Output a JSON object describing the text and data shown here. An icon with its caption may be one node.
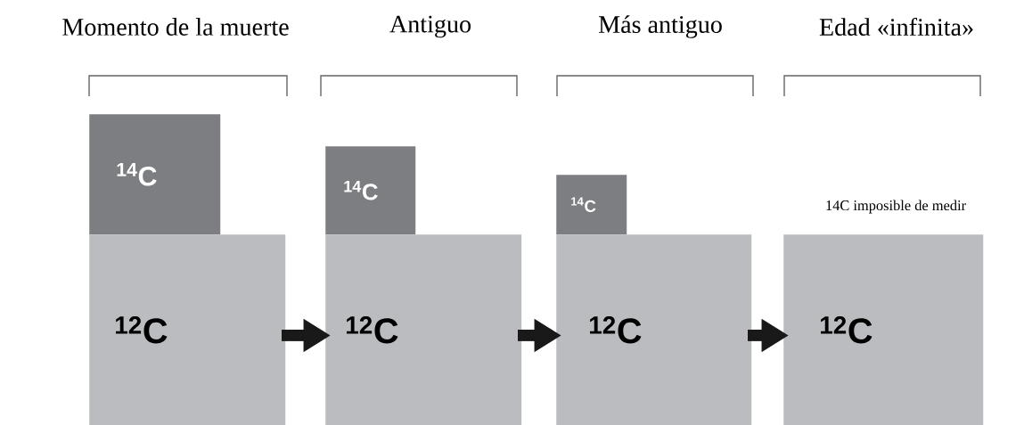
{
  "diagram": {
    "nodes": [
      {
        "text": [
          "$^{14}$C"
        ]
      },
      {
        "text": [
          "$^{12}$C"
        ]
      },
      {
        "text": [
          "$^{14}$C"
        ]
      },
      {
        "text": [
          "$^{12}$C"
        ]
      },
      {
        "text": [
          "$^{14}$C"
        ]
      },
      {
        "text": [
          "$^{12}$C"
        ]
      },
      {
        "text": [
          "$^{12}$C"
        ]
      }
    ],
    "edges": [
      {
        "from": 1,
        "to": 3,
        "arrow": "to"
      },
      {
        "from": 3,
        "to": 5,
        "arrow": "to"
      },
      {
        "from": 5,
        "to": 6,
        "arrow": "to"
      }
    ],
    "labels": [
      "Momento de la muerte",
      "Antiguo",
      "Más antiguo",
      "Edad «infinita»",
      "14C imposible de medir"
    ]
  }
}
